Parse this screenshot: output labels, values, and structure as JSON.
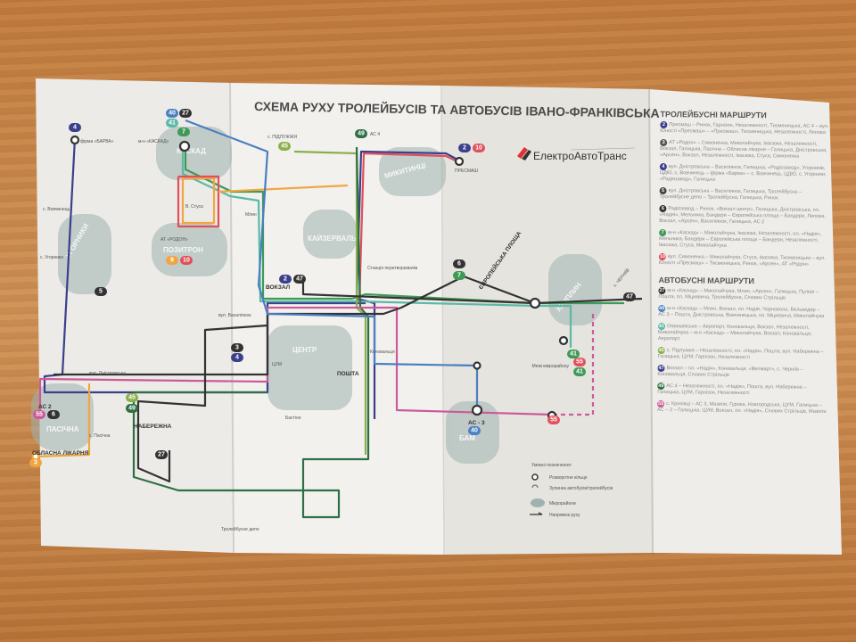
{
  "title": "СХЕМА РУХУ ТРОЛЕЙБУСІВ ТА АВТОБУСІВ ІВАНО-ФРАНКІВСЬКА",
  "brand": "ЕлектроАвтоТранс",
  "colors": {
    "navy": "#3b3f8c",
    "red": "#e0505a",
    "green": "#3f9a57",
    "teal": "#5bb9a6",
    "dark": "#333333",
    "orange": "#f0a640",
    "olive": "#8ab04a",
    "blue": "#4a7fc1",
    "pink": "#cc5a9a",
    "paper": "#f1f0ec"
  },
  "districts": [
    "КАСКАД",
    "ПОЗИТРОН",
    "УГОРНИКИ",
    "МИКИТИНЦІ",
    "ЦЕНТР",
    "ПАСІЧНА",
    "БАМ",
    "ХРИПЛИН",
    "КАЙЗЕРВАЛЬД"
  ],
  "stops": {
    "barva": "фірма «БАРВА»",
    "kaskad": "м-н «КАСКАД»",
    "pidluzhzhia": "с. ПІДЛУЖЖЯ",
    "presmash": "ПРЕСМАШ",
    "as4": "АС 4",
    "vokzal": "ВОКЗАЛ",
    "poshta": "ПОШТА",
    "naberezhna": "НАБЕРЕЖНА",
    "as2": "АС 2",
    "as3": "АС - 3",
    "likarnia": "ОБЛАСНА ЛІКАРНЯ",
    "yevropeiska": "ЄВРОПЕЙСЬКА ПЛОЩА",
    "cherniiv": "с. ЧЕРНІЇВ",
    "rodon": "АТ «РОДОН»",
    "vasyliianok": "вул. Василіянок",
    "uhornyky": "с. Угорники",
    "vovchynets": "с. Вовчинець",
    "pasichna": "с. Пасічна",
    "stusa": "В. Стуса",
    "tsum": "ЦУМ",
    "mlyn": "Млин",
    "dnistrovska": "вул. Дністровська",
    "konovaltsia": "Коновальця",
    "bastion": "Бастіон",
    "depo": "Тролейбусне депо",
    "stantsiia": "Станція перетворювачів",
    "mezhi": "Межі мікрорайону"
  },
  "badges": {
    "r2": "2",
    "r3": "3",
    "r4": "4",
    "r5": "5",
    "r6": "6",
    "r7": "7",
    "r9": "9",
    "r10": "10",
    "r27": "27",
    "r40": "40",
    "r41": "41",
    "r45": "45",
    "r47": "47",
    "r49": "49",
    "r55": "55"
  },
  "legend": {
    "heading": "Умовні позначення:",
    "items": [
      "Розворотне кільце",
      "Зупинка автобусів/тролейбусів",
      "Мікрорайони",
      "Напрямок руху"
    ]
  },
  "trolleybus": {
    "heading": "ТРОЛЕЙБУСНІ МАРШРУТИ",
    "routes": [
      {
        "num": "2",
        "color": "#3b3f8c",
        "text": "Пресмаш – Ринок, Гарнізон, Незалежності, Тисменицька, АС 4 – вул. Юності «Пресмаш» – «Пресмаш», Тисменицька, Незалежності, Липова"
      },
      {
        "num": "3",
        "color": "#555555",
        "text": "АТ «Родон» – Симоненка, Миколайчука, Івасюка, Незалежності, Вокзал, Галицька, Пасічна – Обласна лікарня – Галицька, Дністровська, «Арсен», Вокзал, Незалежності, Івасюка, Стуса, Симоненка"
      },
      {
        "num": "4",
        "color": "#3b3f8c",
        "text": "вул. Дністровська – Василіянок, Галицька, «Радіозавод», Угорників, ЦДЮ, с. Вовчинець – фірма «Барва» – с. Вовчинець, ЦДЮ, с. Угорники, «Радіозавод», Галицька"
      },
      {
        "num": "5",
        "color": "#444444",
        "text": "вул. Дністровська – Василіянок, Галицька, Тролейбусна – Тролейбусне депо – Тролейбусна, Галицька, Ринок"
      },
      {
        "num": "6",
        "color": "#333333",
        "text": "Радіозавод – Ринок, «Вокзал центр», Галицька, Дністровська, пл. «Надія», Мельника, Бандери – Європейська площа – Бандери, Липова, Вокзал, «Арсен», Василіянок, Галицька, АС 2"
      },
      {
        "num": "7",
        "color": "#3f9a57",
        "text": "м-н «Каскад» – Миколайчука, Івасюка, Незалежності, пл. «Надія», Мельника, Бандери – Європейська площа – Бандери, Незалежності, Івасюка, Стуса, Миколайчука"
      },
      {
        "num": "10",
        "color": "#e0505a",
        "text": "вул. Симоненка – Миколайчука, Стуса, Івасюка, Тисменицька – вул. Юності «Пресмаш» – Тисменицька, Ринок, «Арсен», АТ «Родон»"
      }
    ]
  },
  "bus": {
    "heading": "АВТОБУСНІ МАРШРУТИ",
    "routes": [
      {
        "num": "27",
        "color": "#333333",
        "text": "м-н «Каскад» – Миколайчука, Млин, «Арсен», Галицька, Пулюя – Пошта, пл. Міцкевича, Тролейбусна, Січових Стрільців"
      },
      {
        "num": "40",
        "color": "#4a7fc1",
        "text": "м-н «Каскад» – Млин, Вокзал, пл. Надія, Чорновола, Бельведер – АС 3 – Пошта, Дністровська, Вовчинецька, пл. Міцкевича, Миколайчука"
      },
      {
        "num": "41",
        "color": "#5bb9a6",
        "text": "Опришівська – Аеропорт, Коновальця, Вокзал, Незалежності, Миколайчука – м-н «Каскад» – Миколайчука, Вокзал, Коновальця, Аеропорт"
      },
      {
        "num": "45",
        "color": "#8ab04a",
        "text": "с. Підлужжя – Незалежності, пл. «Надія», Пошта, вул. Набережна – Галицька, ЦУМ, Гарнізон, Незалежності"
      },
      {
        "num": "47",
        "color": "#3b3f8c",
        "text": "Вокзал – пл. «Надія», Коновальця, «Велмарт», с. Черніїв – Коновальця, Січових Стрільців"
      },
      {
        "num": "49",
        "color": "#2f6f45",
        "text": "АС 4 – Незалежності, пл. «Надія», Пошта, вул. Набережна – Галицька, ЦУМ, Гарнізон, Незалежності"
      },
      {
        "num": "55",
        "color": "#cc5a9a",
        "text": "с. Крихівці – АС 3, Мазепи, Гурика, Новгородська, ЦУМ, Галицька – АС – 2 – Галицька, ЦУМ, Вокзал, пл. «Надія», Січових Стрільців, Мазепи"
      }
    ]
  }
}
